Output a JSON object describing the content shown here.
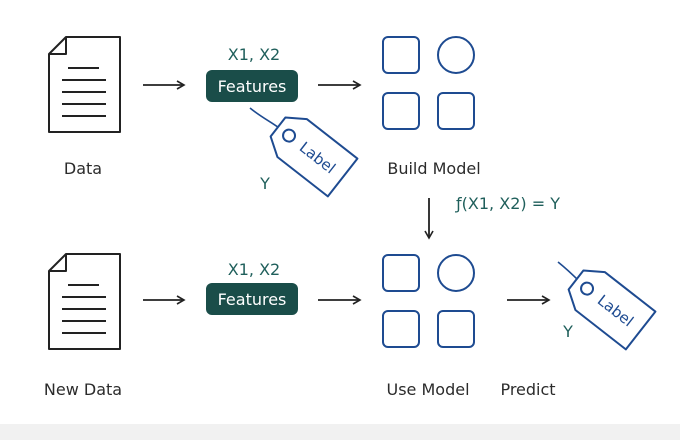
{
  "top_row": {
    "data_label": "Data",
    "features_vars": "X1, X2",
    "features_label": "Features",
    "tag_text": "Label",
    "y_label": "Y",
    "model_label": "Build Model"
  },
  "formula": "ƒ(X1, X2) = Y",
  "bottom_row": {
    "data_label": "New Data",
    "features_vars": "X1, X2",
    "features_label": "Features",
    "model_label": "Use Model",
    "predict_label": "Predict",
    "tag_text": "Label",
    "y_label": "Y"
  },
  "icons": {
    "document": "document-icon",
    "model": "model-shapes-icon",
    "tag": "label-tag-icon",
    "arrow": "arrow-right-icon"
  },
  "colors": {
    "feature_box": "#1a4d49",
    "teal_text": "#1f5f5b",
    "model_stroke": "#1e4b91",
    "line": "#222222",
    "band": "#f1f1f1"
  }
}
